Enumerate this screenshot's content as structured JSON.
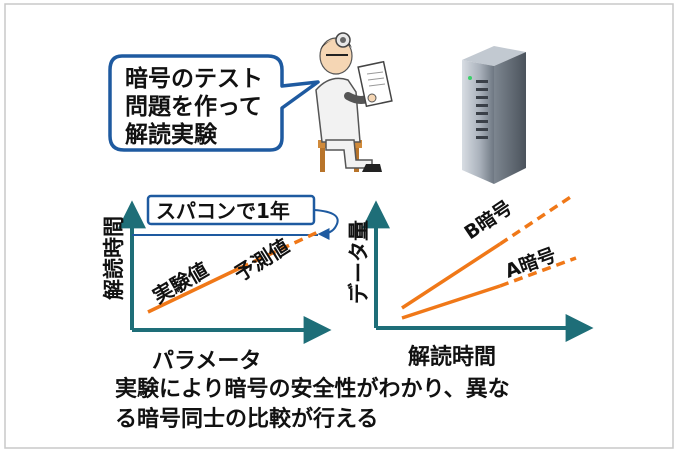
{
  "speech_bubble": {
    "lines": [
      "暗号のテスト",
      "問題を作って",
      "解読実験"
    ]
  },
  "left_graph": {
    "y_label": "解読時間",
    "x_label": "パラメータ",
    "callout": "スパコンで1年",
    "measured_label": "実験値",
    "predicted_label": "予測値"
  },
  "right_graph": {
    "y_label": "データ量",
    "x_label": "解読時間",
    "series_b_label": "B暗号",
    "series_a_label": "A暗号"
  },
  "caption": {
    "line1": "実験により暗号の安全性がわかり、異な",
    "line2": "る暗号同士の比較が行える"
  },
  "colors": {
    "axis": "#1e6e78",
    "orange": "#f07818",
    "callout_border": "#1e5aa0",
    "frame": "#c8c8c8"
  },
  "icons": {
    "researcher": "researcher-figure-icon",
    "server": "server-tower-icon"
  }
}
